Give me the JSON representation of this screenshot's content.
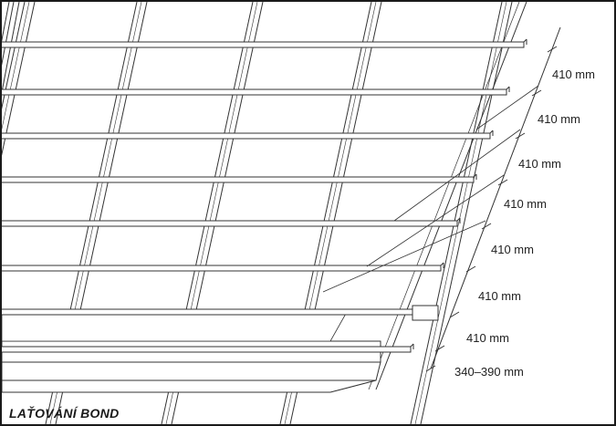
{
  "caption": "LAŤOVÁNÍ BOND",
  "dimensions": [
    "410 mm",
    "410 mm",
    "410 mm",
    "410 mm",
    "410 mm",
    "410 mm",
    "410 mm",
    "340–390 mm"
  ],
  "colors": {
    "line": "#333333",
    "frame": "#1a1a1a",
    "background": "#ffffff",
    "text": "#222222"
  }
}
